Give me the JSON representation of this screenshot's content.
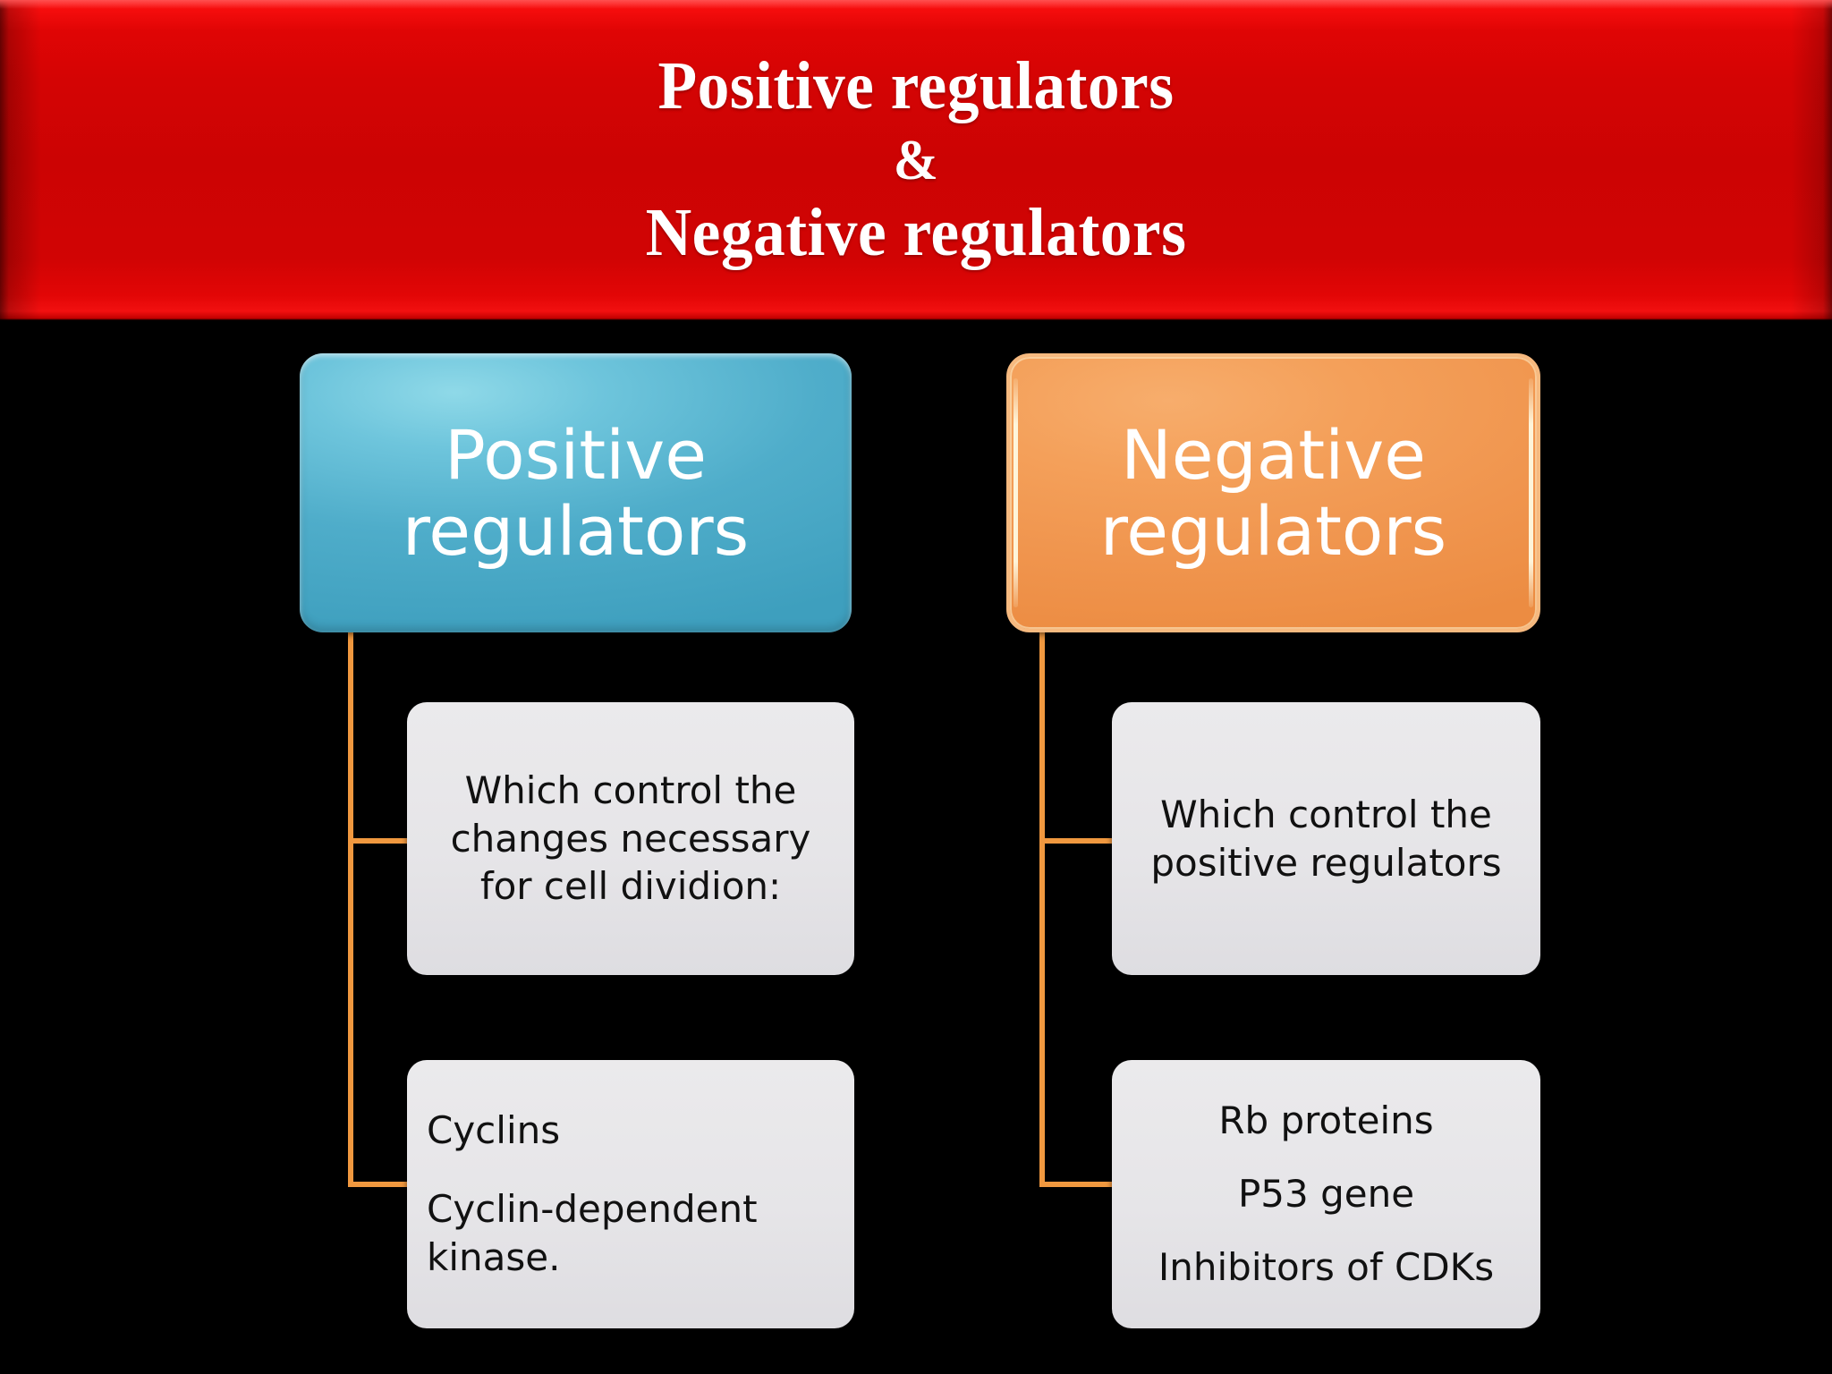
{
  "slide": {
    "background_color": "#000000",
    "title_banner": {
      "color": "#cc0303",
      "lines": [
        "Positive regulators",
        "&",
        "Negative regulators"
      ],
      "line1": "Positive regulators",
      "line2": "&",
      "line3": "Negative regulators"
    }
  },
  "columns": {
    "positive": {
      "header": {
        "label": "Positive regulators",
        "color": "#4fadca"
      },
      "details": [
        {
          "align": "center",
          "lines": [
            "Which control the changes necessary for cell dividion:"
          ]
        },
        {
          "align": "left",
          "lines": [
            "Cyclins",
            "Cyclin-dependent kinase."
          ]
        }
      ]
    },
    "negative": {
      "header": {
        "label": "Negative regulators",
        "color": "#f0954e"
      },
      "details": [
        {
          "align": "center",
          "lines": [
            "Which control the positive regulators"
          ]
        },
        {
          "align": "center",
          "lines": [
            "Rb proteins",
            "P53 gene",
            "Inhibitors of CDKs"
          ]
        }
      ]
    }
  },
  "connector_color": "#f0983f"
}
